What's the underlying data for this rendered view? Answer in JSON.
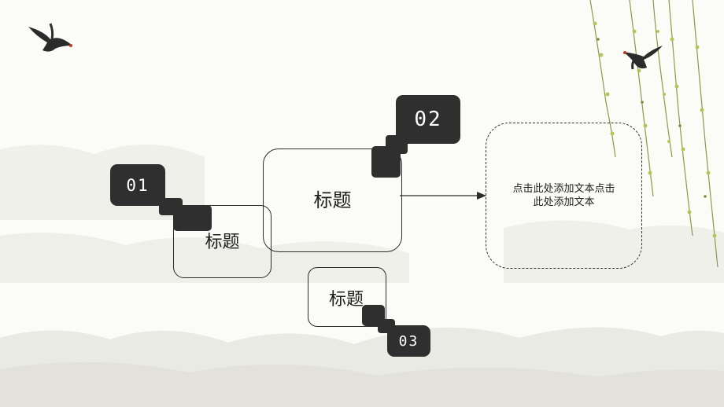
{
  "items": [
    {
      "number": "01",
      "title": "标题"
    },
    {
      "number": "02",
      "title": "标题"
    },
    {
      "number": "03",
      "title": "标题"
    }
  ],
  "note": {
    "text": "点击此处添加文本点击此处添加文本"
  },
  "colors": {
    "accent": "#2f2f2f",
    "line": "#2b2b2b",
    "background": "#fbfbf8"
  },
  "decorations": [
    "swallow-left",
    "swallow-right",
    "willow-branches",
    "ink-mountains"
  ]
}
